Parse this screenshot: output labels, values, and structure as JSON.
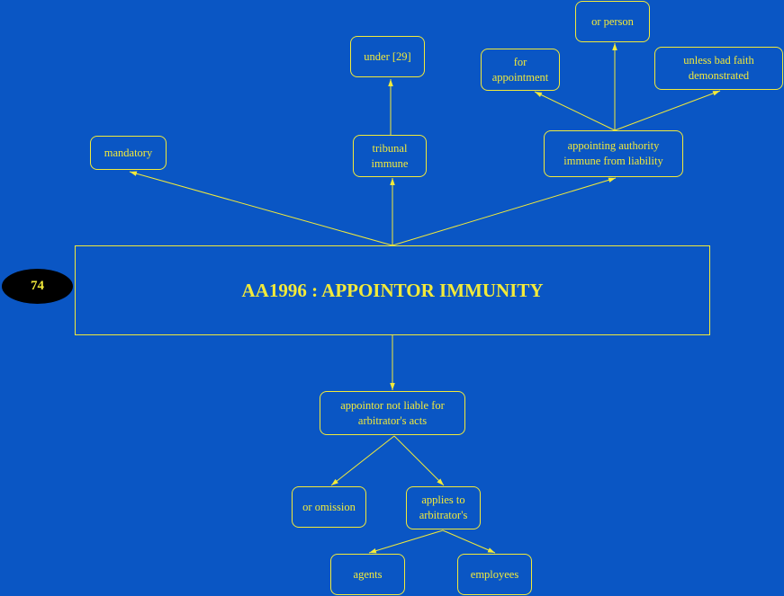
{
  "diagram": {
    "badge": "74",
    "title": "AA1996 : APPOINTOR IMMUNITY",
    "nodes": {
      "mandatory": "mandatory",
      "tribunal_immune": "tribunal\nimmune",
      "under_29": "under [29]",
      "appointing_authority": "appointing authority\nimmune from liability",
      "for_appointment": "for\nappointment",
      "or_person": "or person",
      "unless_bad_faith": "unless bad faith\ndemonstrated",
      "appointor_not_liable": "appointor not liable for\narbitrator's acts",
      "or_omission": "or omission",
      "applies_to": "applies to\narbitrator's",
      "agents": "agents",
      "employees": "employees"
    }
  },
  "colors": {
    "background": "#0a56c4",
    "foreground": "#f2ea3a",
    "badge_fill": "#000000"
  }
}
